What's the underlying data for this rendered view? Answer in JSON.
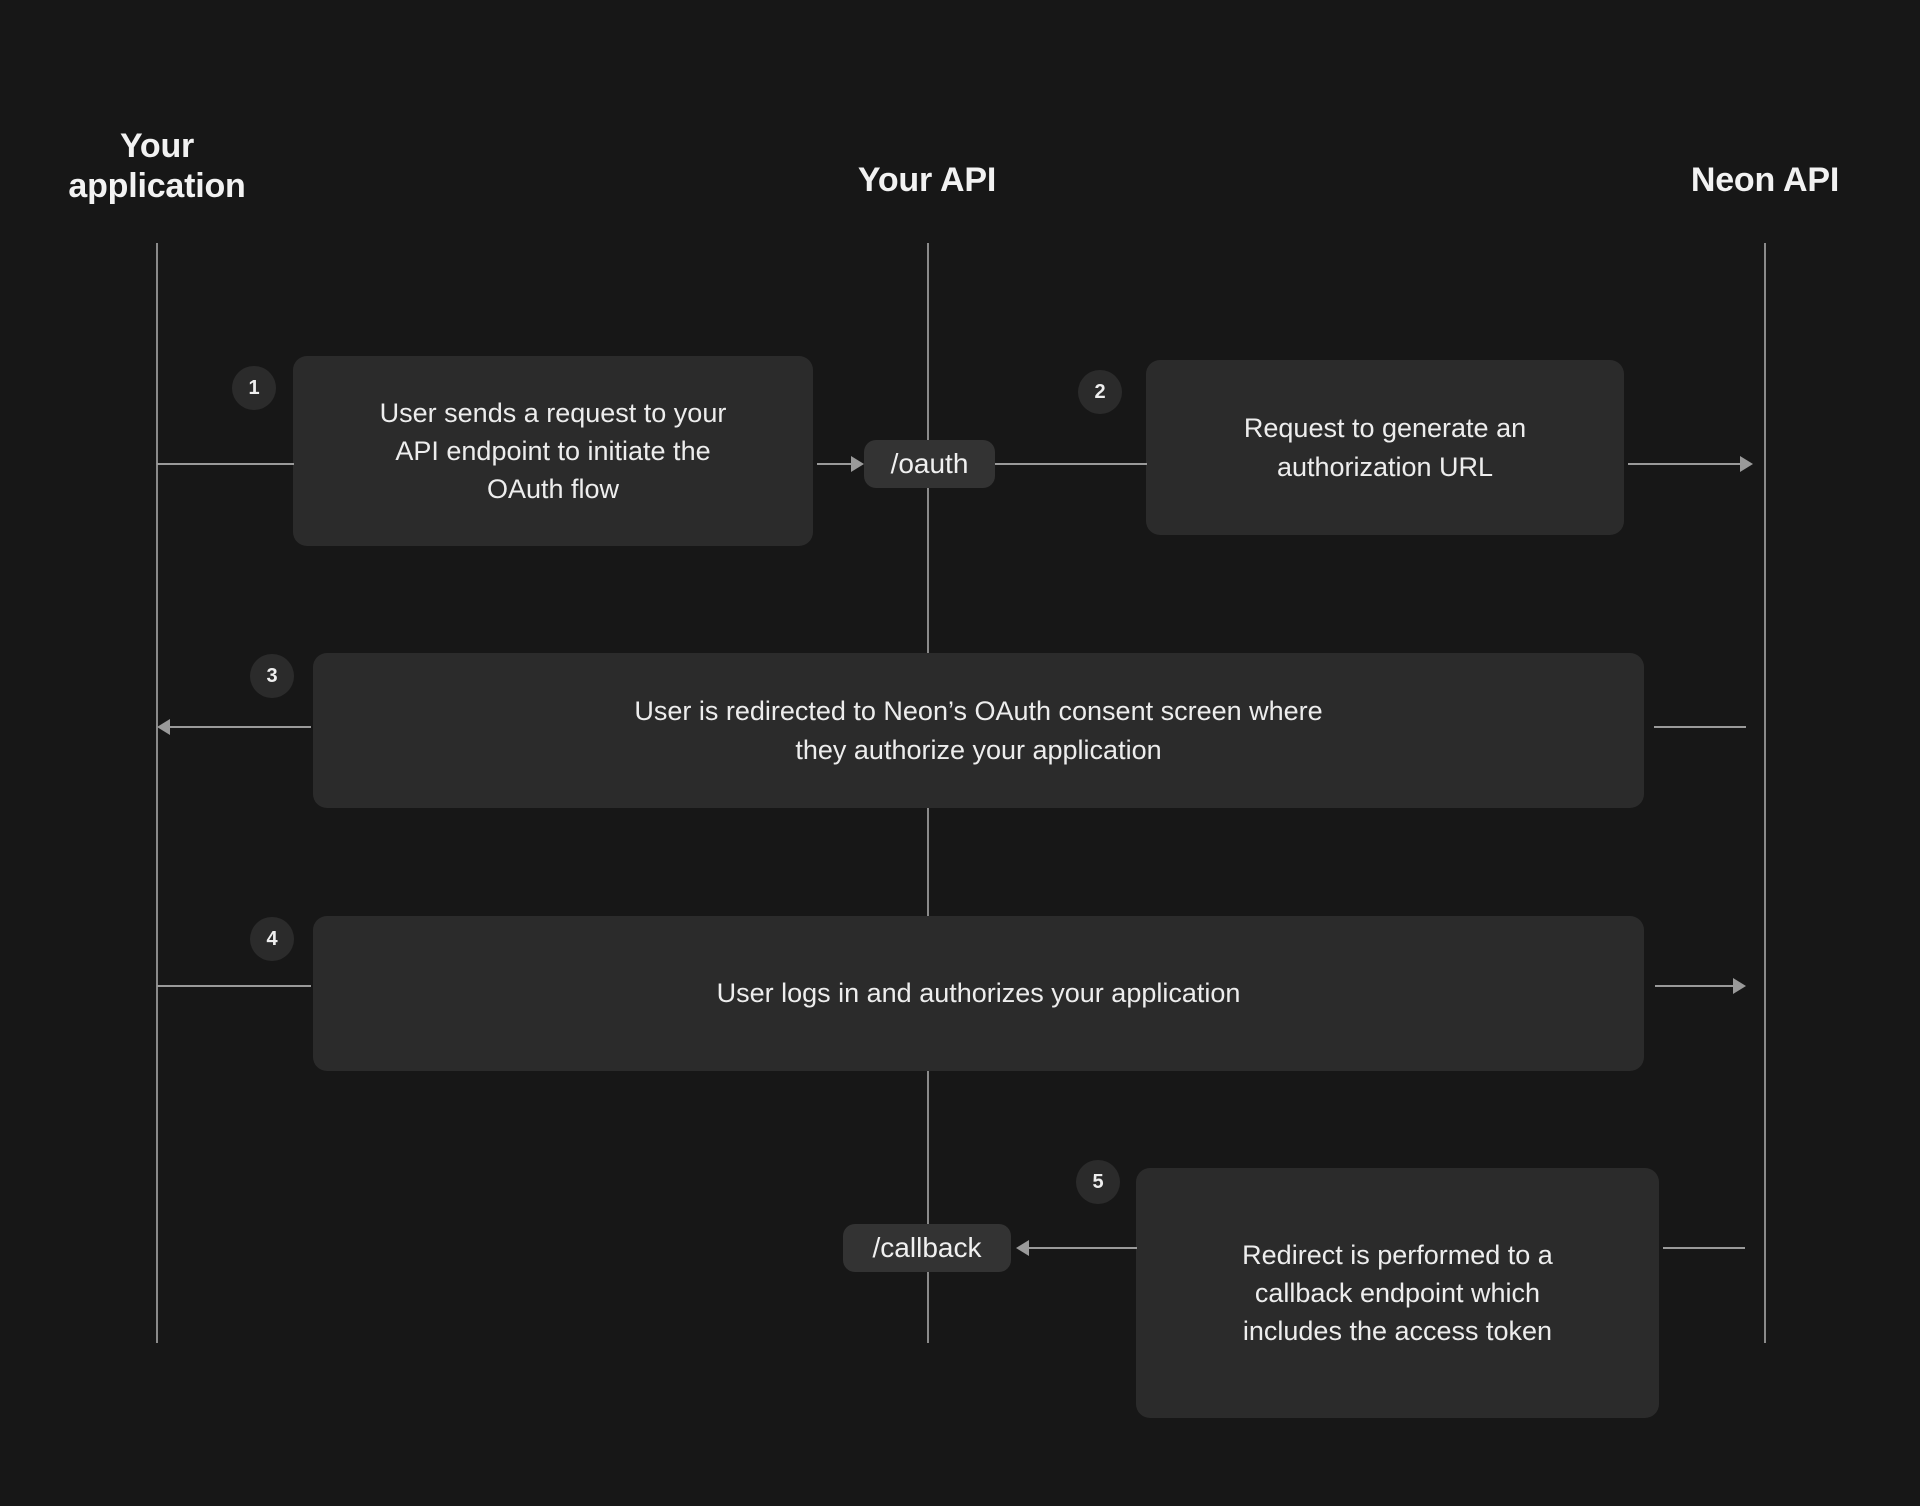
{
  "diagram": {
    "title": "Neon OAuth flow sequence diagram",
    "background_color": "#171717",
    "box_color": "#2b2b2b",
    "pill_color": "#333333",
    "line_color": "#9a9a9a",
    "text_color": "#ededed"
  },
  "lanes": [
    {
      "id": "your-application",
      "label": "Your\napplication"
    },
    {
      "id": "your-api",
      "label": "Your API"
    },
    {
      "id": "neon-api",
      "label": "Neon API"
    }
  ],
  "endpoints": [
    {
      "id": "oauth",
      "label": "/oauth"
    },
    {
      "id": "callback",
      "label": "/callback"
    }
  ],
  "steps": [
    {
      "number": "1",
      "text": "User sends a request to your\nAPI endpoint to initiate the\nOAuth flow",
      "from": "your-application",
      "to": "your-api",
      "direction": "right"
    },
    {
      "number": "2",
      "text": "Request to generate an\nauthorization URL",
      "from": "your-api",
      "to": "neon-api",
      "direction": "right"
    },
    {
      "number": "3",
      "text": "User is redirected to Neon’s OAuth consent screen where\nthey authorize your application",
      "from": "neon-api",
      "to": "your-application",
      "direction": "left"
    },
    {
      "number": "4",
      "text": "User logs in and authorizes your application",
      "from": "your-application",
      "to": "neon-api",
      "direction": "right"
    },
    {
      "number": "5",
      "text": "Redirect is performed to a\ncallback endpoint which\nincludes the access token",
      "from": "neon-api",
      "to": "your-api",
      "direction": "left"
    }
  ]
}
